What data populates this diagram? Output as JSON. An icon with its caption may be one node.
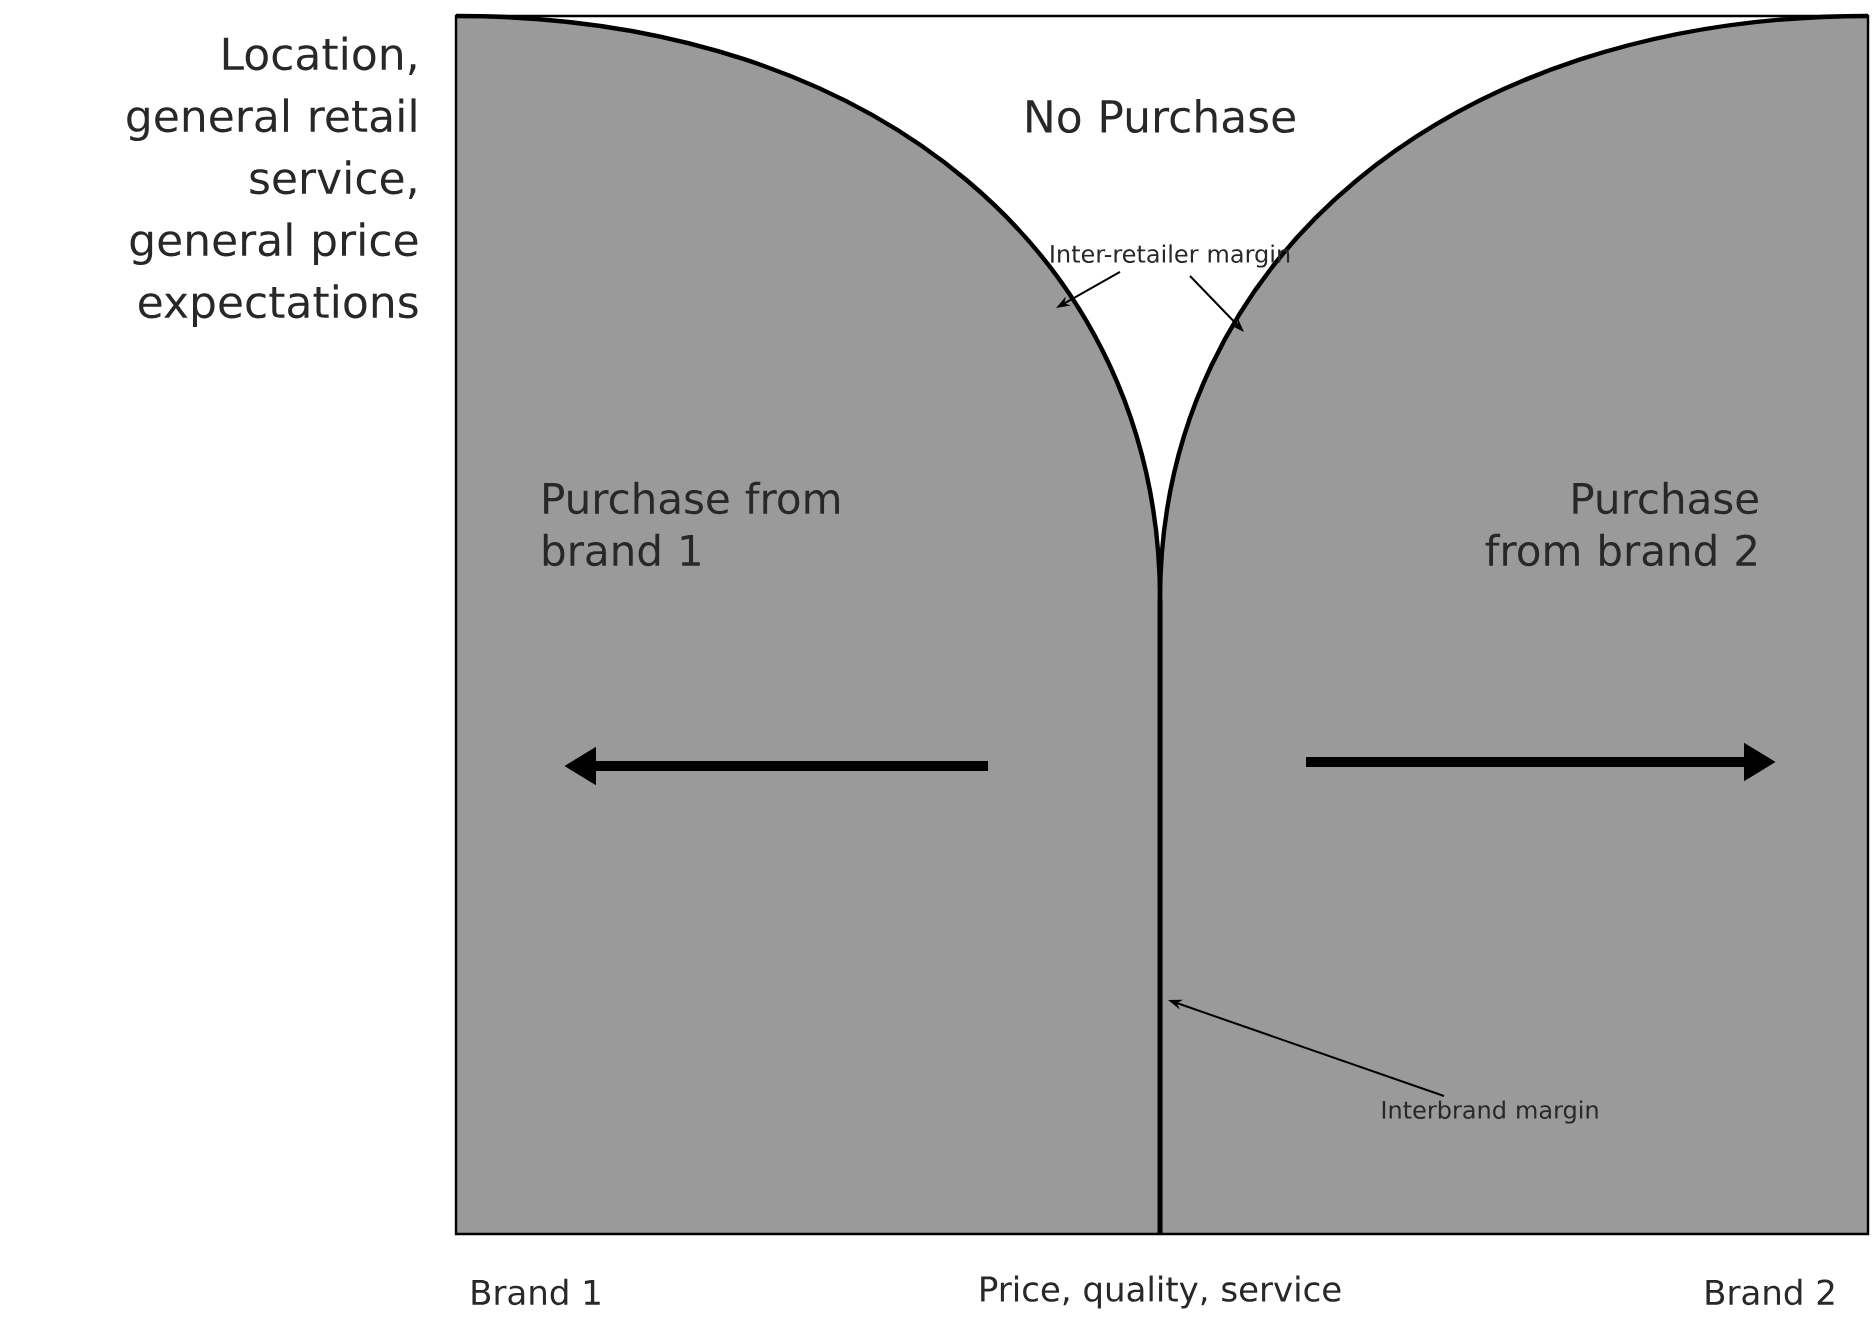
{
  "diagram": {
    "nodes": [
      {
        "text": [
          "No Purchase"
        ]
      },
      {
        "text": [
          "Purchase from brand 1"
        ]
      },
      {
        "text": [
          "Purchase from brand 2"
        ]
      },
      {
        "text": [
          "Inter-retailer margin"
        ]
      },
      {
        "text": [
          "Interbrand margin"
        ]
      }
    ],
    "edges": [
      {
        "from": 3,
        "to": null,
        "arrow": "to"
      },
      {
        "from": 3,
        "to": null,
        "arrow": "to"
      },
      {
        "from": 4,
        "to": null,
        "arrow": "to"
      }
    ],
    "labels": [
      "Location, general retail service, general price expectations",
      "Brand 1",
      "Price, quality, service",
      "Brand 2"
    ]
  }
}
